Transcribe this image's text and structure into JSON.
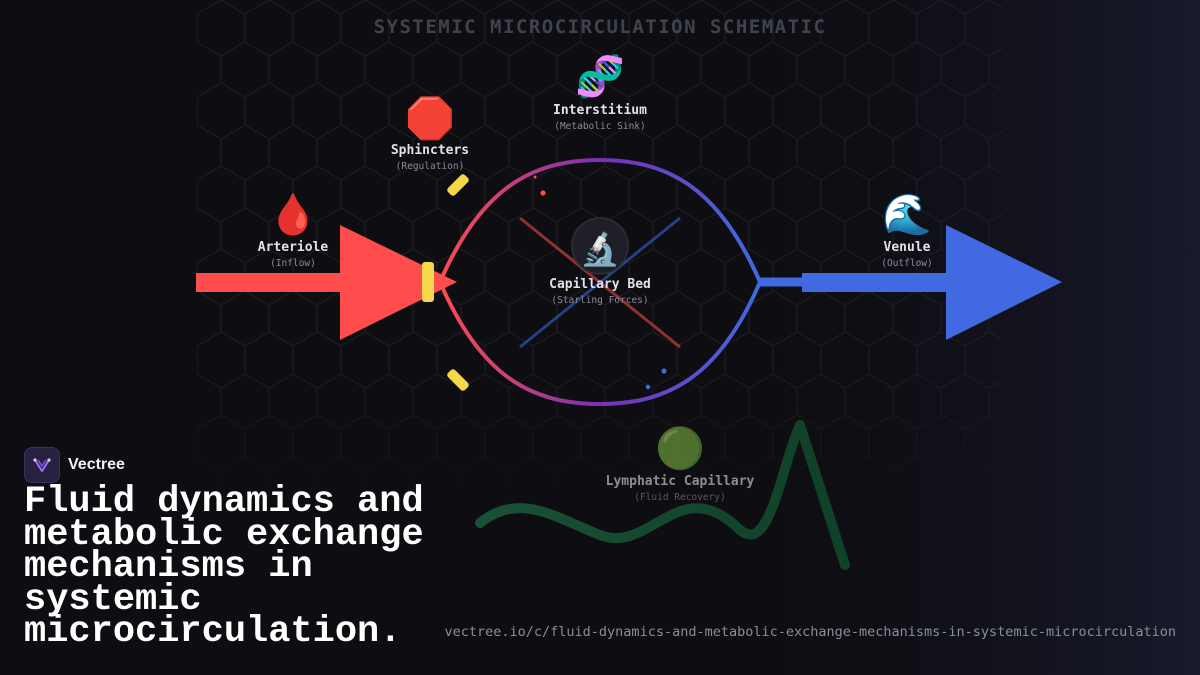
{
  "diagram": {
    "title": "SYSTEMIC MICROCIRCULATION SCHEMATIC",
    "nodes": [
      {
        "id": "arteriole",
        "icon": "🩸",
        "icon_name": "blood-drop-icon",
        "label": "Arteriole",
        "sublabel": "(Inflow)"
      },
      {
        "id": "sphincters",
        "icon": "🛑",
        "icon_name": "stop-sign-icon",
        "label": "Sphincters",
        "sublabel": "(Regulation)"
      },
      {
        "id": "interstitium",
        "icon": "🧬",
        "icon_name": "dna-icon",
        "label": "Interstitium",
        "sublabel": "(Metabolic Sink)"
      },
      {
        "id": "capillary-bed",
        "icon": "🔬",
        "icon_name": "microscope-icon",
        "label": "Capillary Bed",
        "sublabel": "(Starling Forces)"
      },
      {
        "id": "venule",
        "icon": "🌊",
        "icon_name": "wave-icon",
        "label": "Venule",
        "sublabel": "(Outflow)"
      },
      {
        "id": "lymphatic",
        "icon": "🟢",
        "icon_name": "green-circle-icon",
        "label": "Lymphatic Capillary",
        "sublabel": "(Fluid Recovery)"
      }
    ],
    "colors": {
      "arterial": "#ff4d4d",
      "venous": "#4169e1",
      "sphincter": "#f5d84a",
      "lymph": "#1f6e45",
      "mid": "#7a2fb5"
    }
  },
  "brand": {
    "name": "Vectree",
    "logo_icon": "vectree-logo-icon"
  },
  "headline": "Fluid dynamics and metabolic exchange mechanisms in systemic microcirculation.",
  "url": "vectree.io/c/fluid-dynamics-and-metabolic-exchange-mechanisms-in-systemic-microcirculation"
}
